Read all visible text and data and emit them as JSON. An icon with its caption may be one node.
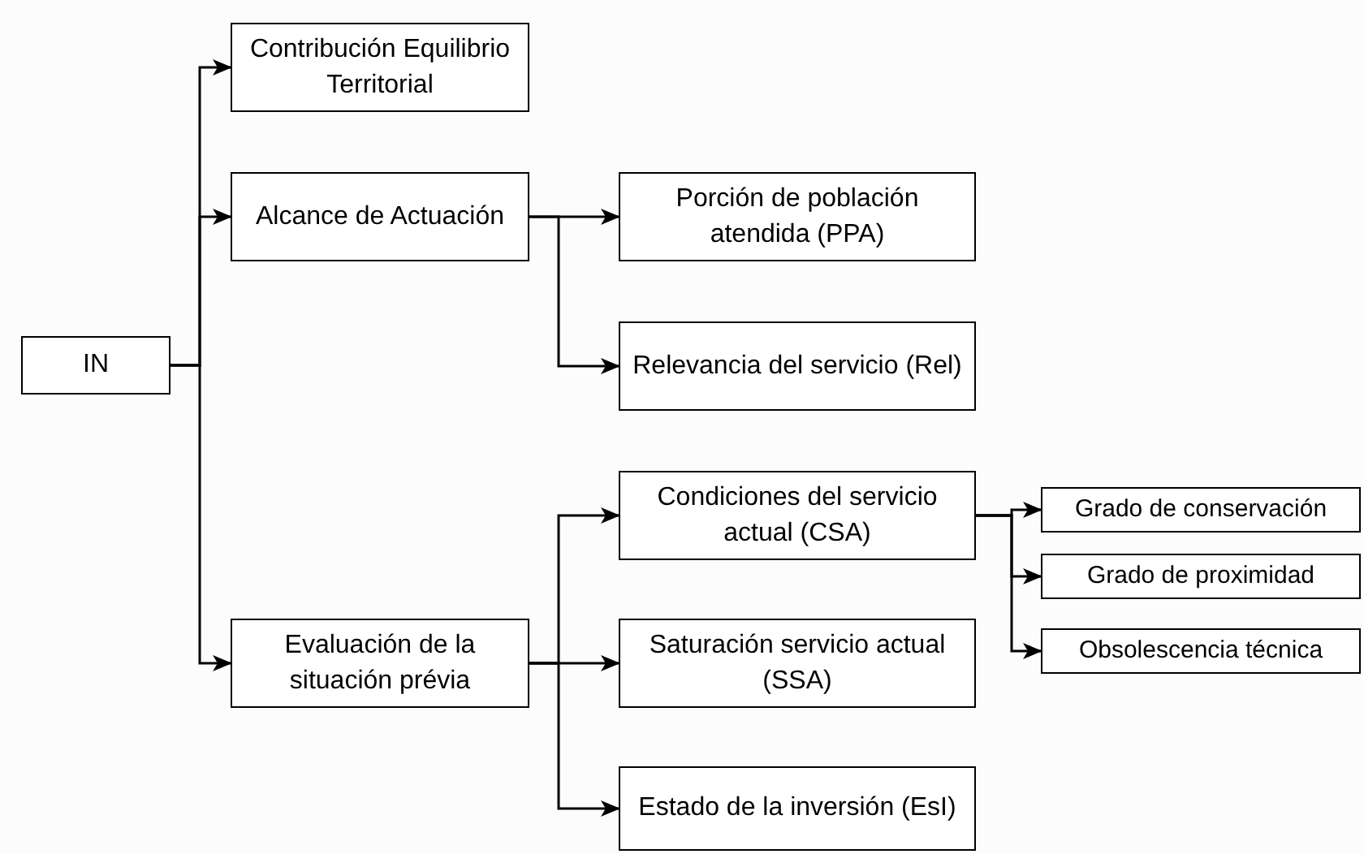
{
  "diagram": {
    "nodes": [
      {
        "text": [
          "IN"
        ]
      },
      {
        "text": [
          "Contribución Equilibrio Territorial"
        ]
      },
      {
        "text": [
          "Alcance de Actuación"
        ]
      },
      {
        "text": [
          "Porción de población atendida (PPA)"
        ]
      },
      {
        "text": [
          "Relevancia del servicio (Rel)"
        ]
      },
      {
        "text": [
          "Evaluación de la situación prévia"
        ]
      },
      {
        "text": [
          "Condiciones del servicio actual (CSA)"
        ]
      },
      {
        "text": [
          "Grado de conservación"
        ]
      },
      {
        "text": [
          "Grado de proximidad"
        ]
      },
      {
        "text": [
          "Obsolescencia técnica"
        ]
      },
      {
        "text": [
          "Saturación servicio actual (SSA)"
        ]
      },
      {
        "text": [
          "Estado de la inversión (EsI)"
        ]
      }
    ],
    "edges": [
      {
        "from": 0,
        "to": 1,
        "arrow": "to"
      },
      {
        "from": 0,
        "to": 2,
        "arrow": "to"
      },
      {
        "from": 0,
        "to": 5,
        "arrow": "to"
      },
      {
        "from": 2,
        "to": 3,
        "arrow": "to"
      },
      {
        "from": 2,
        "to": 4,
        "arrow": "to"
      },
      {
        "from": 5,
        "to": 6,
        "arrow": "to"
      },
      {
        "from": 5,
        "to": 10,
        "arrow": "to"
      },
      {
        "from": 5,
        "to": 11,
        "arrow": "to"
      },
      {
        "from": 6,
        "to": 7,
        "arrow": "to"
      },
      {
        "from": 6,
        "to": 8,
        "arrow": "to"
      },
      {
        "from": 6,
        "to": 9,
        "arrow": "to"
      }
    ]
  }
}
